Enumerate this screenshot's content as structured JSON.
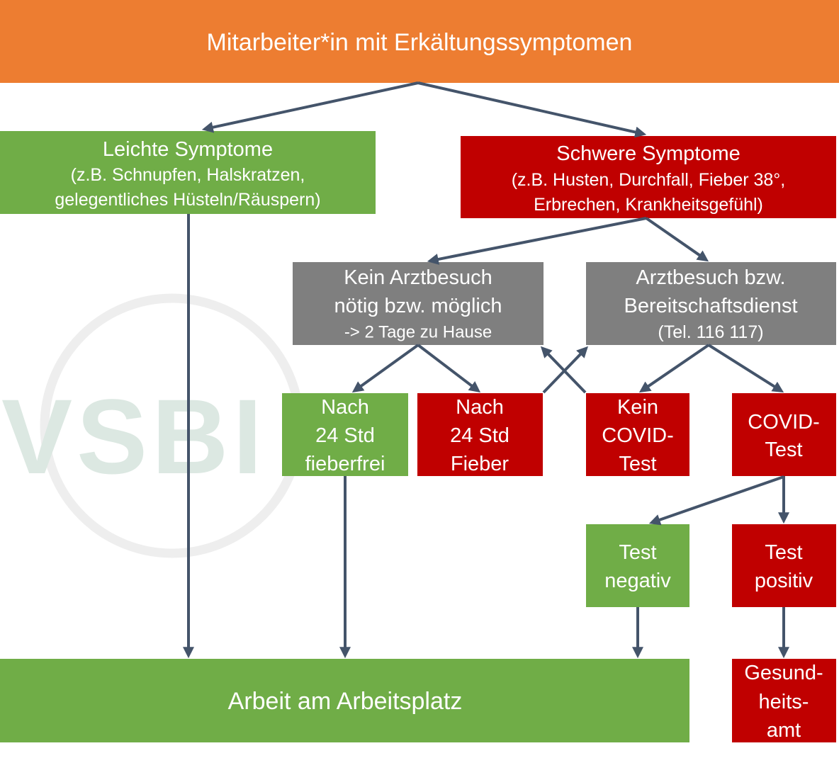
{
  "title": "Mitarbeiter*in mit Erkältungssymptomen",
  "nodes": {
    "leichte_symptome": {
      "title": "Leichte Symptome",
      "details": [
        "(z.B. Schnupfen, Halskratzen,",
        "gelegentliches Hüsteln/Räuspern)"
      ]
    },
    "schwere_symptome": {
      "title": "Schwere Symptome",
      "details": [
        "(z.B. Husten, Durchfall, Fieber 38°,",
        "Erbrechen, Krankheitsgefühl)"
      ]
    },
    "kein_arztbesuch": {
      "lines": [
        "Kein Arztbesuch",
        "nötig bzw. möglich"
      ],
      "note": "-> 2 Tage zu Hause"
    },
    "arztbesuch": {
      "lines": [
        "Arztbesuch bzw.",
        "Bereitschaftsdienst"
      ],
      "note": "(Tel. 116 117)"
    },
    "nach_24_std_fieberfrei": {
      "lines": [
        "Nach",
        "24 Std",
        "fieberfrei"
      ]
    },
    "nach_24_std_fieber": {
      "lines": [
        "Nach",
        "24 Std",
        "Fieber"
      ]
    },
    "kein_covid_test": {
      "lines": [
        "Kein",
        "COVID-",
        "Test"
      ]
    },
    "covid_test": {
      "lines": [
        "COVID-",
        "Test"
      ]
    },
    "test_negativ": {
      "lines": [
        "Test",
        "negativ"
      ]
    },
    "test_positiv": {
      "lines": [
        "Test",
        "positiv"
      ]
    },
    "arbeit_am_arbeitsplatz": {
      "lines": [
        "Arbeit am Arbeitsplatz"
      ]
    },
    "gesundheitsamt": {
      "lines": [
        "Gesund-",
        "heits-",
        "amt"
      ]
    }
  },
  "watermark": {
    "text": "VSBI"
  },
  "colors": {
    "header": "#ED7D31",
    "green": "#70AD47",
    "red": "#C00000",
    "gray": "#7F7F7F",
    "arrow": "#44546A",
    "watermark_text": "#DCE8E2",
    "watermark_ring": "#EEEEEE"
  }
}
